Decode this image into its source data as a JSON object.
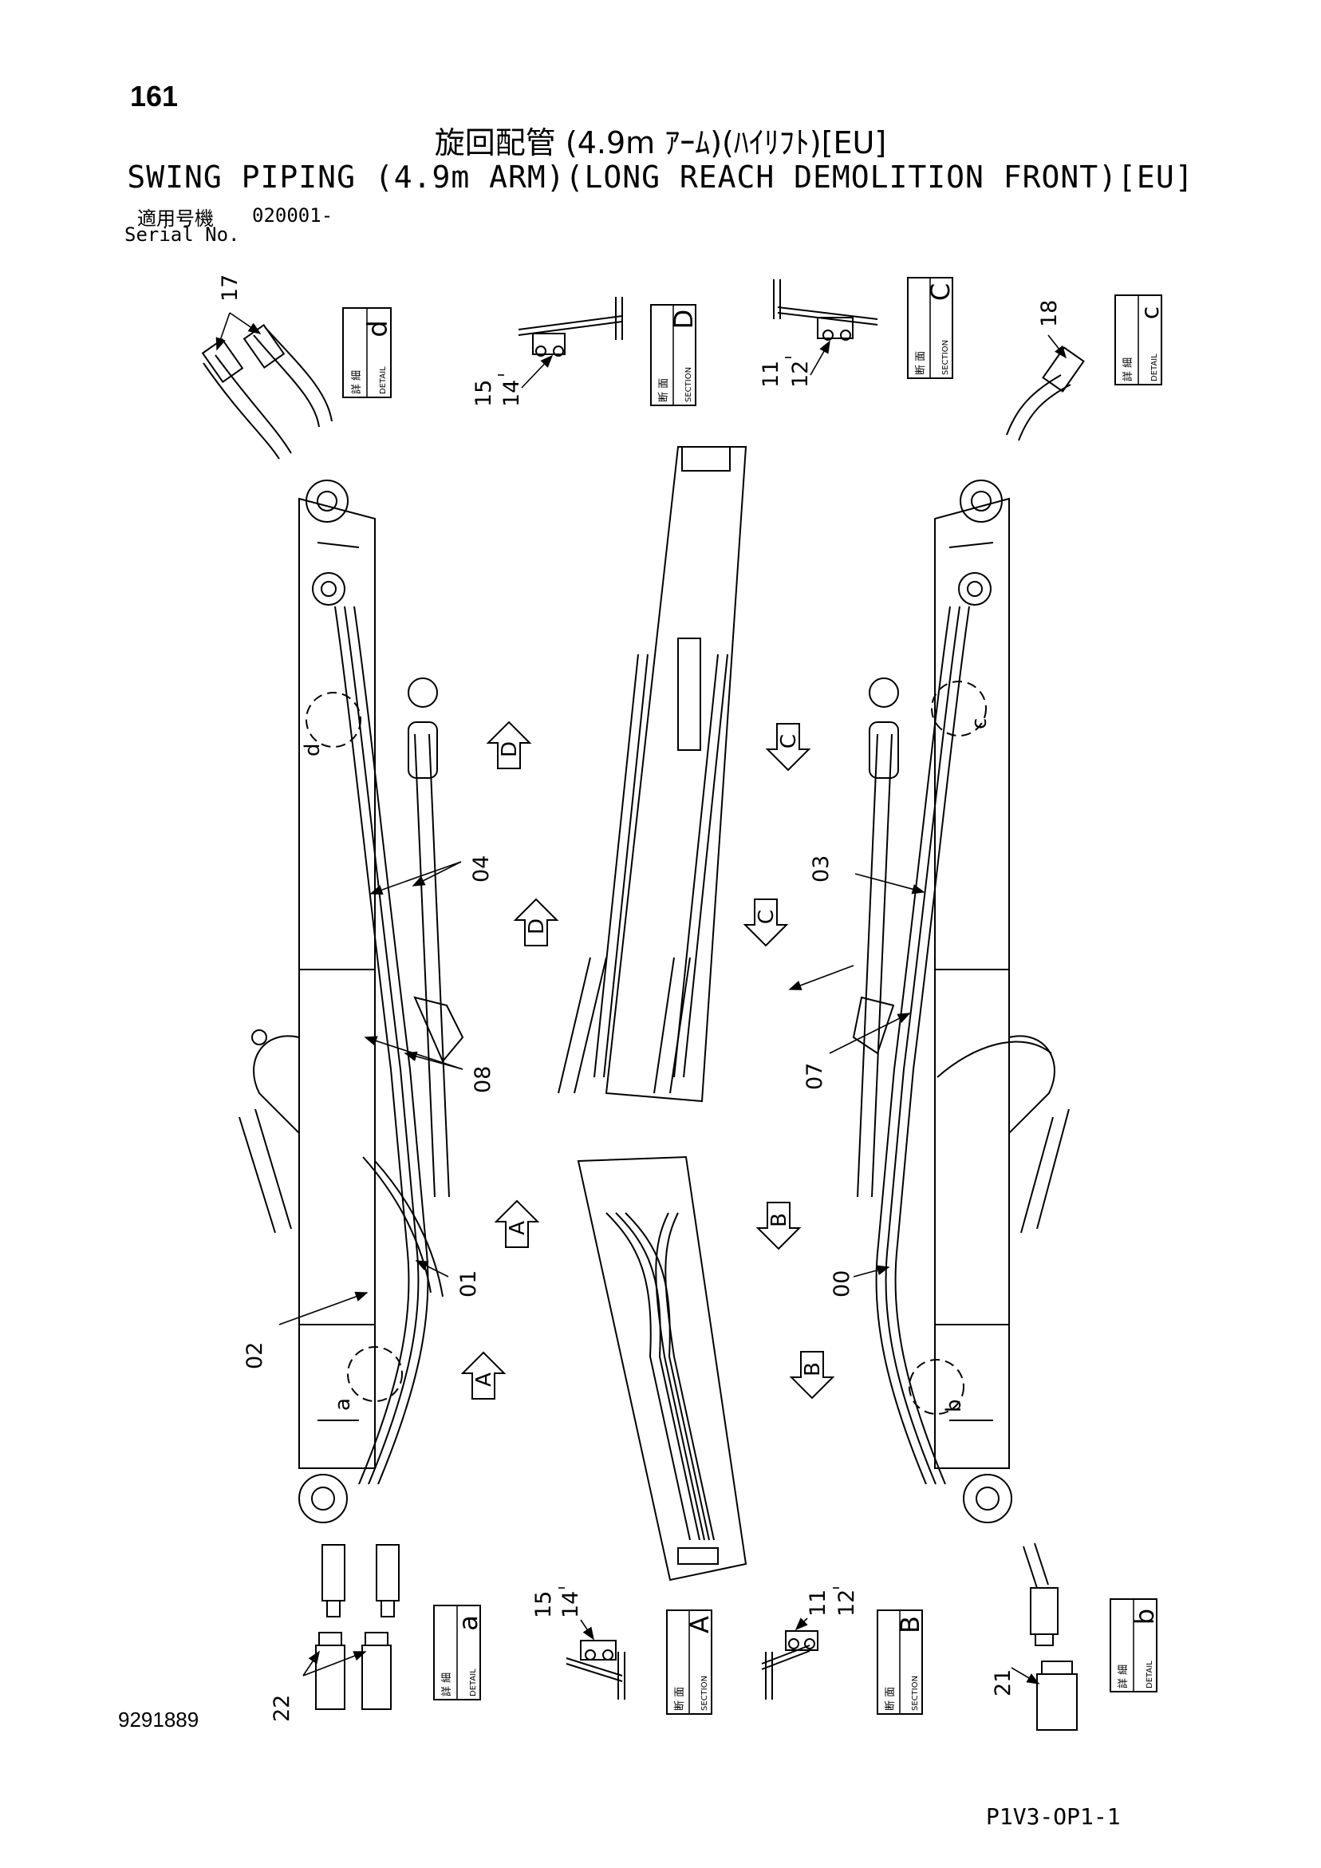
{
  "header": {
    "page_number": "161",
    "title_jp": "旋回配管 (4.9m ｱｰﾑ)(ﾊｲﾘﾌﾄ)[EU]",
    "title_en": "SWING PIPING (4.9m ARM)(LONG REACH DEMOLITION FRONT)[EU]",
    "serial_label_jp": "適用号機",
    "serial_value": "020001-",
    "serial_label_en": "Serial No."
  },
  "footer": {
    "doc_number": "9291889",
    "sheet_code": "P1V3-OP1-1"
  },
  "tags": {
    "detail_d": {
      "letter": "d",
      "jp": "詳 細",
      "en": "DETAIL"
    },
    "section_D": {
      "letter": "D",
      "jp": "断 面",
      "en": "SECTION"
    },
    "section_C": {
      "letter": "C",
      "jp": "断 面",
      "en": "SECTION"
    },
    "detail_c": {
      "letter": "c",
      "jp": "詳 細",
      "en": "DETAIL"
    },
    "detail_a": {
      "letter": "a",
      "jp": "詳 細",
      "en": "DETAIL"
    },
    "section_A": {
      "letter": "A",
      "jp": "断 面",
      "en": "SECTION"
    },
    "section_B": {
      "letter": "B",
      "jp": "断 面",
      "en": "SECTION"
    },
    "detail_b": {
      "letter": "b",
      "jp": "詳 細",
      "en": "DETAIL"
    }
  },
  "view_arrows": {
    "D_upper": "D",
    "D_lower": "D",
    "C_upper": "C",
    "C_lower": "C",
    "A_upper": "A",
    "A_lower": "A",
    "B_upper": "B",
    "B_lower": "B"
  },
  "detail_markers": {
    "d": "d",
    "c": "c",
    "a": "a",
    "b": "b"
  },
  "callouts": {
    "p17": "17",
    "p15_14_top": "15\n14",
    "p11_12_top": "11\n12",
    "p18": "18",
    "p04": "04",
    "p03": "03",
    "p08": "08",
    "p07": "07",
    "p01": "01",
    "p00": "00",
    "p02": "02",
    "p22": "22",
    "p15_14_bottom": "15\n14",
    "p11_12_bottom": "11\n12",
    "p21": "21"
  }
}
